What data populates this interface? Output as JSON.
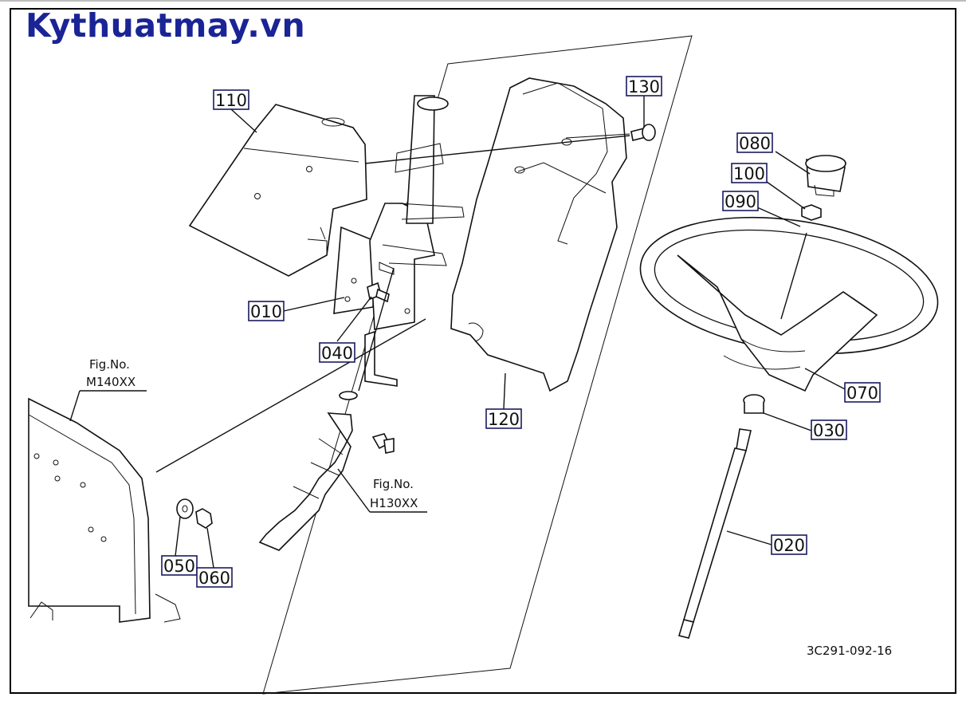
{
  "brand": {
    "text": "Kythuatmay.vn",
    "color": "#1a2496"
  },
  "parts": {
    "p010": "010",
    "p020": "020",
    "p030": "030",
    "p040": "040",
    "p050": "050",
    "p060": "060",
    "p070": "070",
    "p080": "080",
    "p090": "090",
    "p100": "100",
    "p110": "110",
    "p120": "120",
    "p130": "130"
  },
  "references": {
    "m140_label": "Fig.No.",
    "m140_value": "M140XX",
    "h130_label": "Fig.No.",
    "h130_value": "H130XX"
  },
  "diagram_code": "3C291-092-16"
}
